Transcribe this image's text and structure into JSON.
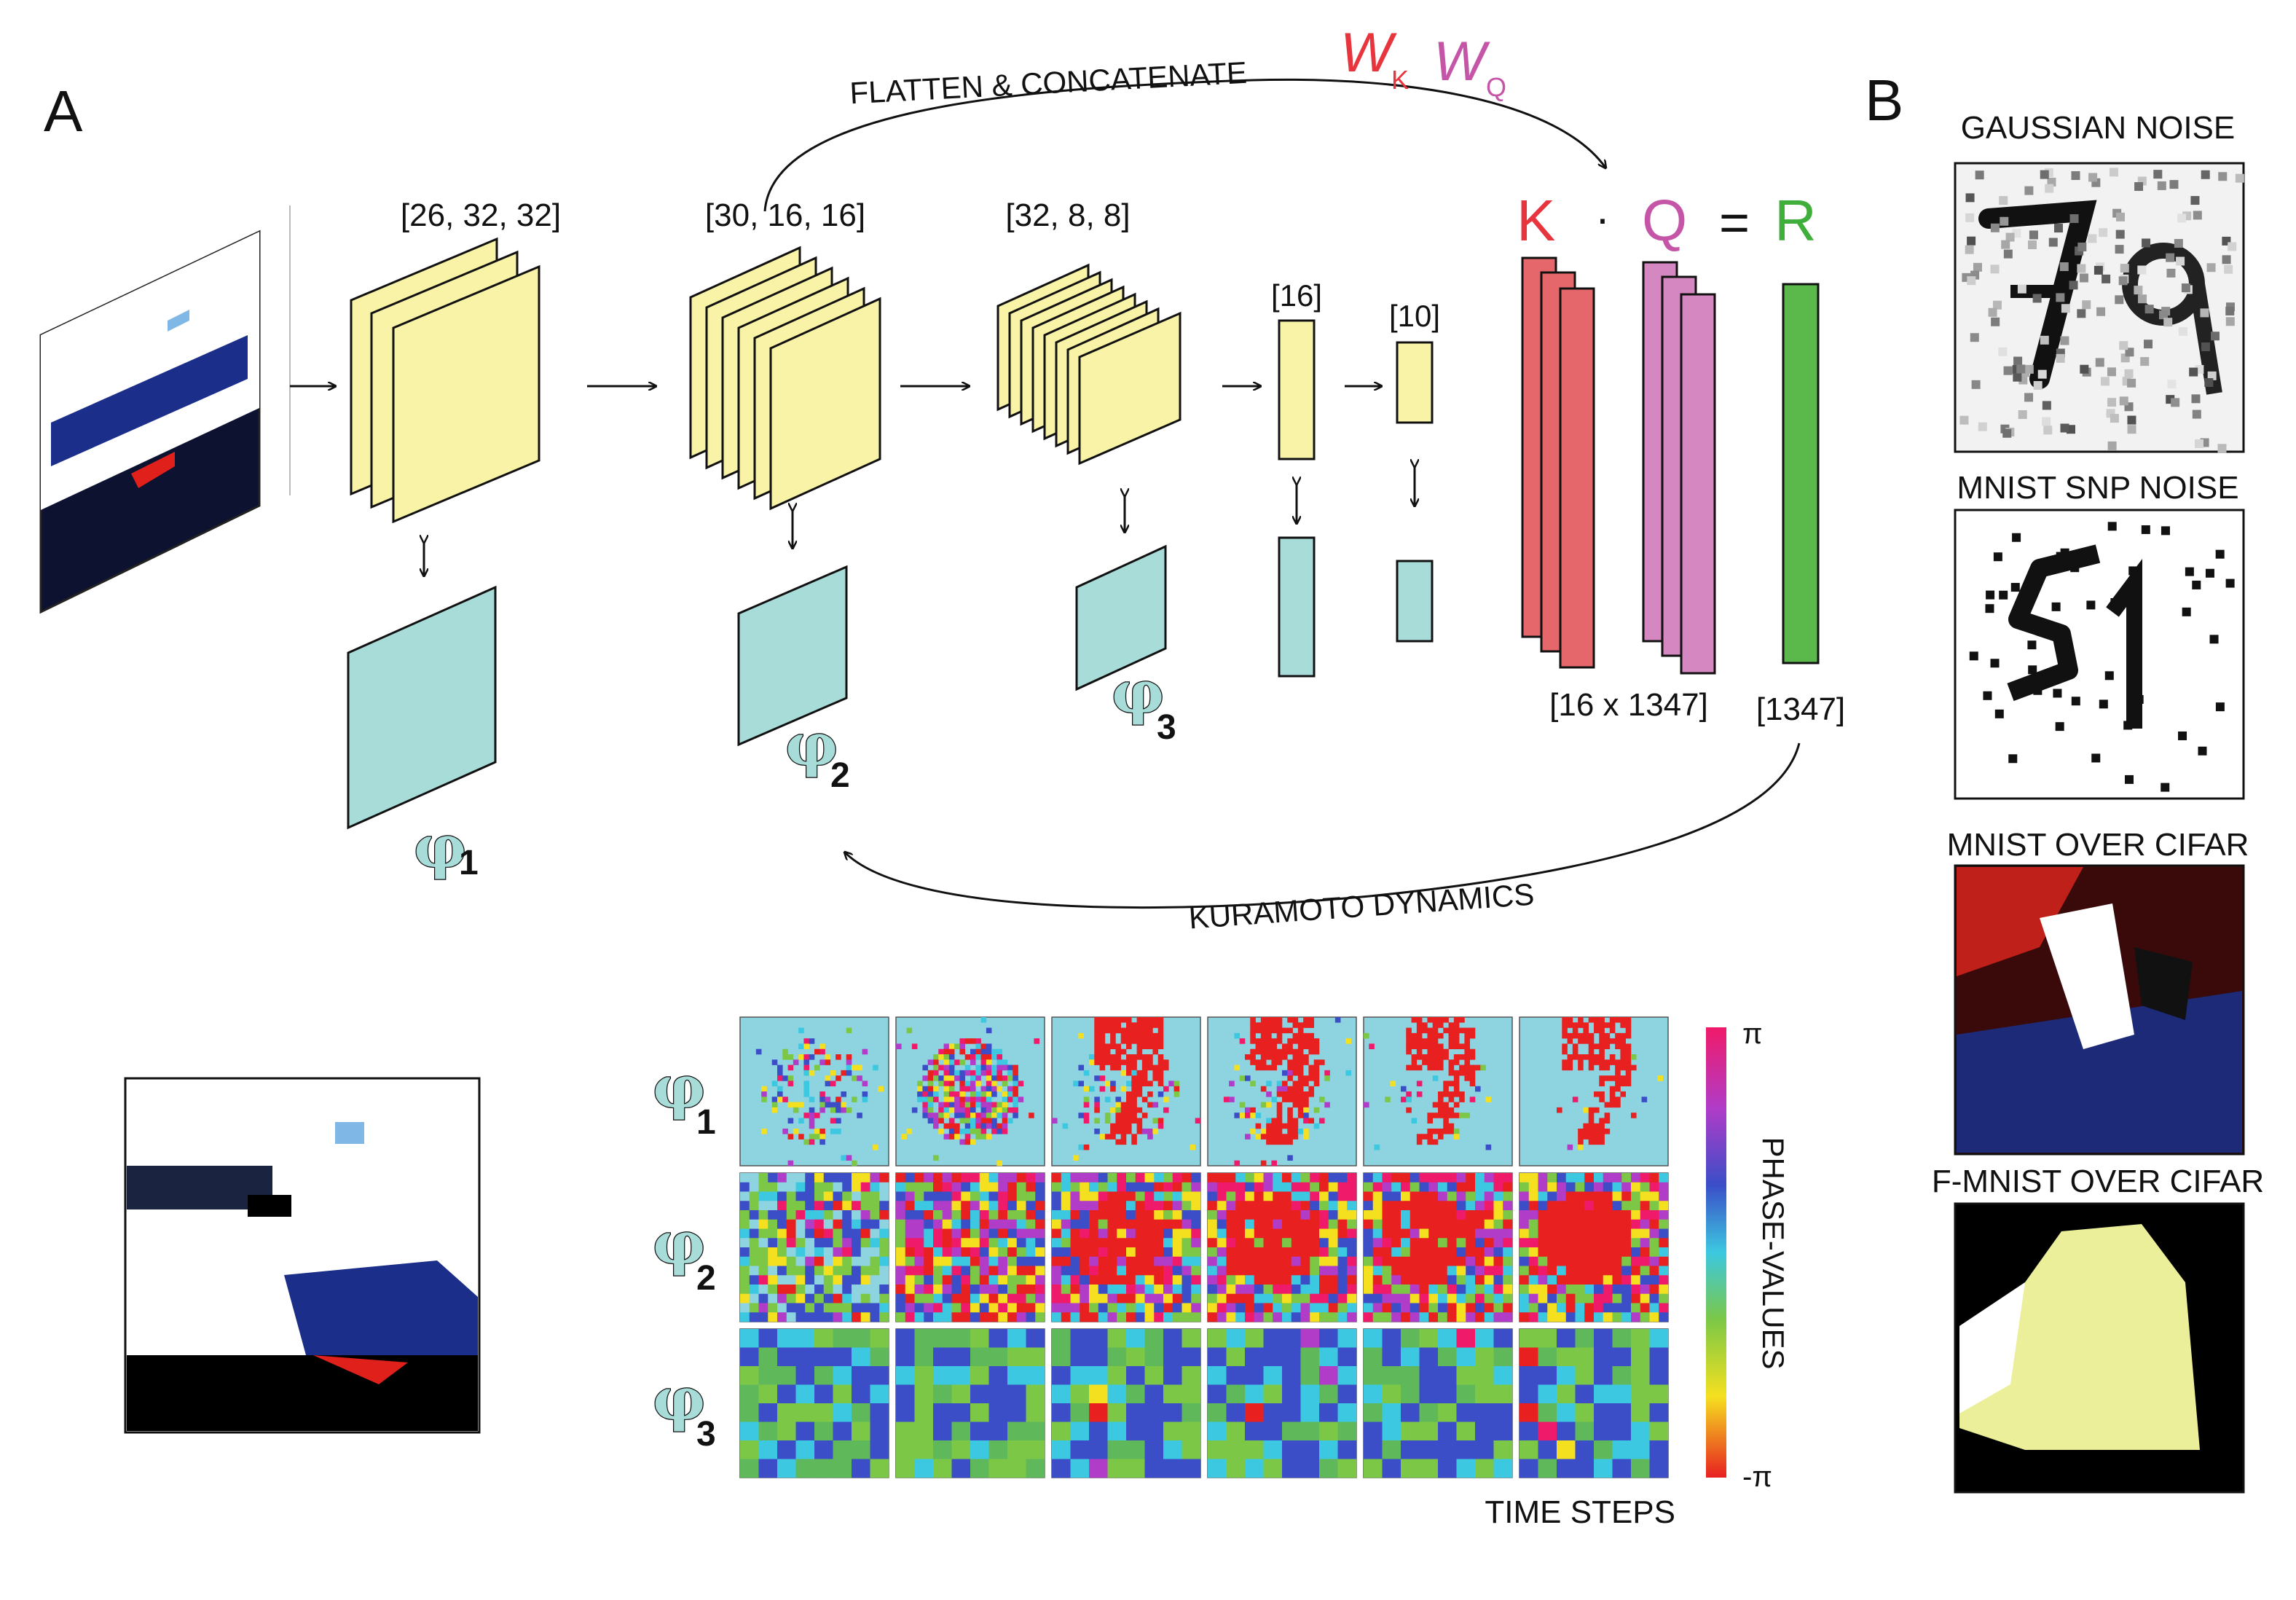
{
  "panel_a": {
    "letter": "A",
    "layer_shapes": [
      "[26, 32, 32]",
      "[30, 16, 16]",
      "[32, 8, 8]",
      "[16]",
      "[10]"
    ],
    "flatten_label": "FLATTEN & CONCATENATE",
    "kuramoto_label": "KURAMOTO DYNAMICS",
    "wk": {
      "main": "W",
      "sub": "K"
    },
    "wq": {
      "main": "W",
      "sub": "Q"
    },
    "equation": {
      "k": "K",
      "dot": "·",
      "q": "Q",
      "eq": "=",
      "r": "R"
    },
    "kq_dim": "[16 x 1347]",
    "r_dim": "[1347]",
    "phases": [
      {
        "symbol": "φ",
        "sub": "1"
      },
      {
        "symbol": "φ",
        "sub": "2"
      },
      {
        "symbol": "φ",
        "sub": "3"
      }
    ],
    "colorbar": {
      "top": "π",
      "bottom": "-π",
      "label": "PHASE-VALUES"
    },
    "time_label": "TIME STEPS"
  },
  "panel_b": {
    "letter": "B",
    "examples": [
      "GAUSSIAN NOISE",
      "MNIST SNP NOISE",
      "MNIST OVER CIFAR",
      "F-MNIST OVER CIFAR"
    ]
  },
  "colors": {
    "feature_map": "#f8f3a6",
    "phase_map": "#a8dcd9",
    "k_color": "#e5676b",
    "q_color": "#d487c0",
    "r_color": "#5bb84b",
    "wk_text": "#e8343d",
    "wq_text": "#c455a7",
    "r_text": "#3fae3a"
  }
}
